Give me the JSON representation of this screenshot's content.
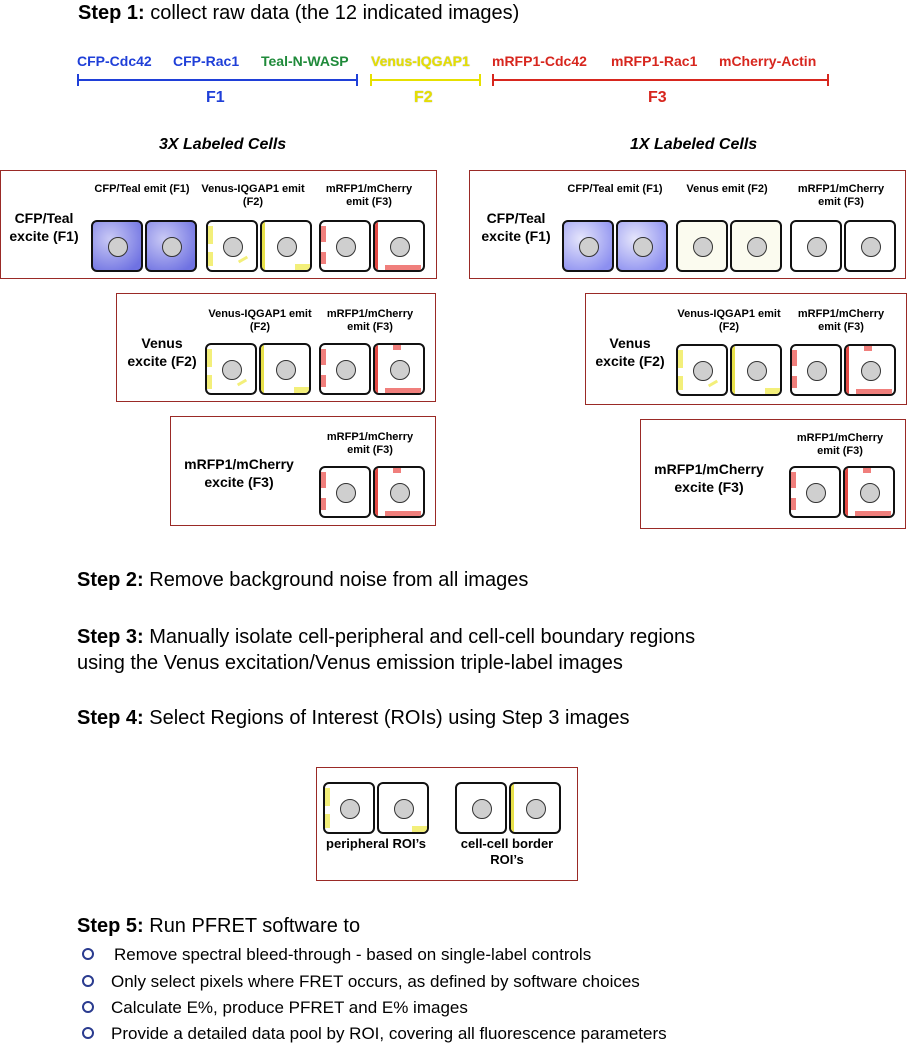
{
  "step1": {
    "label": "Step 1:",
    "text": " collect raw data (the 12 indicated images)"
  },
  "probes": {
    "cfp_cdc42": "CFP-Cdc42",
    "cfp_rac1": "CFP-Rac1",
    "teal_nwasp": "Teal-N-WASP",
    "venus_iqgap1": "Venus-IQGAP1",
    "mrfp1_cdc42": "mRFP1-Cdc42",
    "mrfp1_rac1": "mRFP1-Rac1",
    "mcherry_actin": "mCherry-Actin"
  },
  "filters": {
    "f1": "F1",
    "f2": "F2",
    "f3": "F3"
  },
  "colors": {
    "blue": "#1f3fd8",
    "green": "#1f8a3a",
    "yellow": "#e6e000",
    "red": "#d7261e",
    "box": "#9a2a26"
  },
  "triple": {
    "title": "3X Labeled Cells",
    "row1": {
      "excite": "CFP/Teal excite (F1)",
      "emit1": "CFP/Teal emit (F1)",
      "emit2": "Venus-IQGAP1 emit (F2)",
      "emit3": "mRFP1/mCherry emit (F3)"
    },
    "row2": {
      "excite": "Venus excite (F2)",
      "emit1": "Venus-IQGAP1 emit (F2)",
      "emit2": "mRFP1/mCherry emit (F3)"
    },
    "row3": {
      "excite": "mRFP1/mCherry excite (F3)",
      "emit1": "mRFP1/mCherry emit (F3)"
    }
  },
  "single": {
    "title": "1X Labeled Cells",
    "row1": {
      "excite": "CFP/Teal excite (F1)",
      "emit1": "CFP/Teal emit (F1)",
      "emit2": "Venus emit (F2)",
      "emit3": "mRFP1/mCherry emit (F3)"
    },
    "row2": {
      "excite": "Venus excite (F2)",
      "emit1": "Venus-IQGAP1 emit (F2)",
      "emit2": "mRFP1/mCherry emit (F3)"
    },
    "row3": {
      "excite": "mRFP1/mCherry excite (F3)",
      "emit1": "mRFP1/mCherry emit (F3)"
    }
  },
  "step2": {
    "label": "Step 2:",
    "text": " Remove background noise from all images"
  },
  "step3": {
    "label": "Step 3:",
    "text": " Manually isolate cell-peripheral and cell-cell boundary regions",
    "text2": "using the Venus excitation/Venus emission triple-label images"
  },
  "step4": {
    "label": "Step 4:",
    "text": " Select Regions of Interest (ROIs) using Step 3 images"
  },
  "roi": {
    "peripheral": "peripheral ROI’s",
    "border": "cell-cell border ROI’s"
  },
  "step5": {
    "label": "Step 5:",
    "text": " Run PFRET software to",
    "bullets": [
      "Remove spectral bleed-through - based on single-label controls",
      "Only select pixels where FRET occurs, as defined by software choices",
      "Calculate E%, produce PFRET and E% images",
      "Provide a detailed data pool by ROI, covering all fluorescence parameters"
    ]
  }
}
